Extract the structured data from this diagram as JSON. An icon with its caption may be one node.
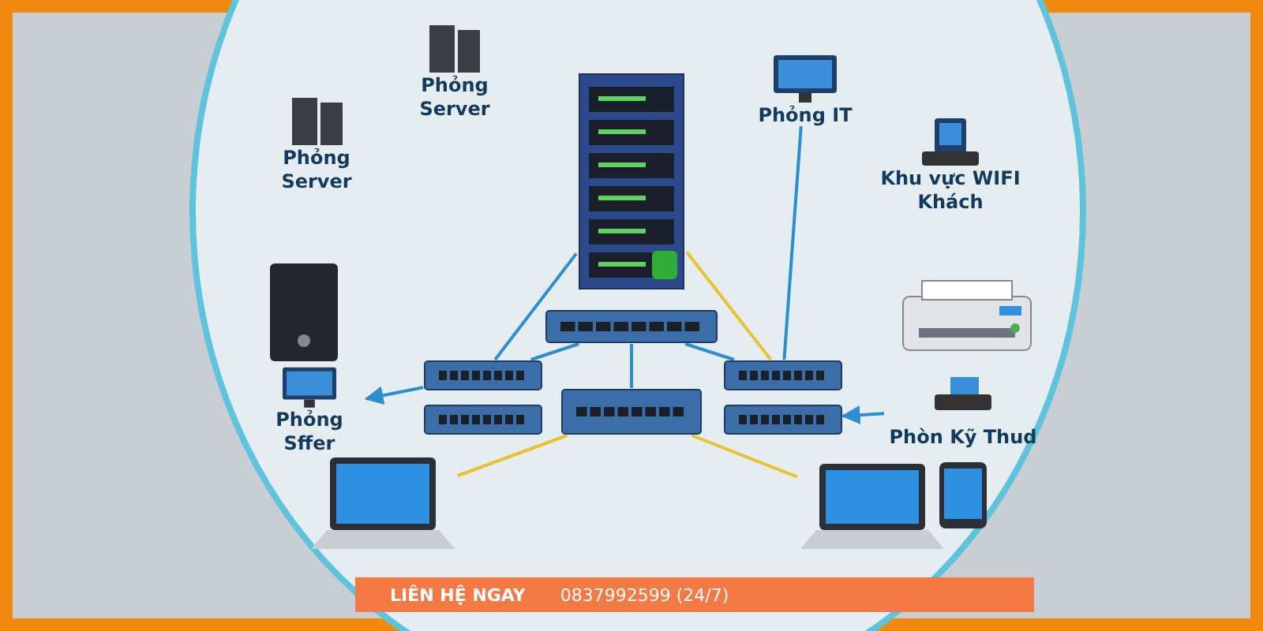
{
  "diagram": {
    "nodes": [
      {
        "text": [
          "Phỏng Server"
        ]
      },
      {
        "text": [
          "Phỏng Server"
        ]
      },
      {
        "text": [
          "Phỏng IT"
        ]
      },
      {
        "text": [
          "Khu vực WIFI Khách"
        ]
      },
      {
        "text": [
          "Phỏng Sffer"
        ]
      },
      {
        "text": [
          "Phòn Kỹ Thud"
        ]
      },
      {
        "text": [],
        "shape": "picture"
      },
      {
        "text": [],
        "shape": "picture"
      },
      {
        "text": [],
        "shape": "picture"
      },
      {
        "text": [],
        "shape": "picture"
      },
      {
        "text": [],
        "shape": "picture"
      },
      {
        "text": [],
        "shape": "picture"
      },
      {
        "text": [],
        "shape": "picture"
      },
      {
        "text": [],
        "shape": "picture"
      },
      {
        "text": [],
        "shape": "picture"
      },
      {
        "text": [],
        "shape": "picture"
      },
      {
        "text": [],
        "shape": "picture"
      },
      {
        "text": [],
        "shape": "picture"
      }
    ],
    "edges": [
      {
        "from": 6,
        "to": 8,
        "arrow": "none"
      },
      {
        "from": 6,
        "to": 10,
        "arrow": "none",
        "color": "#e8c230"
      },
      {
        "from": 7,
        "to": 8,
        "arrow": "none"
      },
      {
        "from": 7,
        "to": 10,
        "arrow": "none"
      },
      {
        "from": 7,
        "to": 12,
        "arrow": "none"
      },
      {
        "from": 8,
        "to": 4,
        "arrow": "to"
      },
      {
        "from": 5,
        "to": 11,
        "arrow": "to"
      },
      {
        "from": 12,
        "to": 13,
        "arrow": "none",
        "color": "#e8c230"
      },
      {
        "from": 12,
        "to": 14,
        "arrow": "none",
        "color": "#e8c230"
      },
      {
        "from": 2,
        "to": 10,
        "arrow": "none"
      }
    ],
    "labels": [
      "LIÊN HỆ NGAY",
      "0837992599 (24/7)"
    ]
  }
}
